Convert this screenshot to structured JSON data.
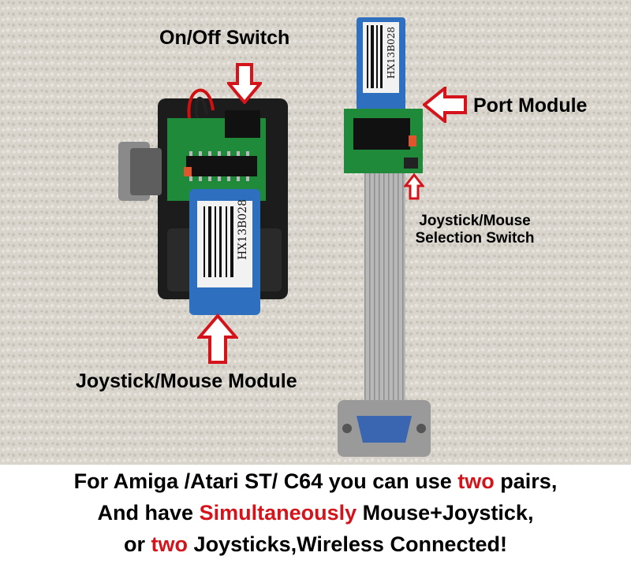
{
  "labels": {
    "on_off_switch": "On/Off Switch",
    "port_module": "Port Module",
    "selection_switch_line1": "Joystick/Mouse",
    "selection_switch_line2": "Selection Switch",
    "joystick_mouse_module": "Joystick/Mouse Module"
  },
  "module_text": {
    "left_module_id": "HX13B028",
    "right_module_id": "HX13B028"
  },
  "caption": {
    "line1_pre": "For Amiga /Atari ST/ C64 you can use ",
    "line1_red": "two",
    "line1_post": " pairs,",
    "line2_pre": "And have ",
    "line2_red": "Simultaneously",
    "line2_post": " Mouse+Joystick,",
    "line3_pre": "or ",
    "line3_red": "two",
    "line3_post": " Joysticks,Wireless Connected!"
  },
  "colors": {
    "accent_red": "#d4141a",
    "background_foam": "#d8d4cc",
    "pcb_green": "#1f8a3a",
    "bluetooth_blue": "#2f6fc0"
  },
  "icons": [
    "down-arrow-icon",
    "left-arrow-icon",
    "up-arrow-icon"
  ]
}
